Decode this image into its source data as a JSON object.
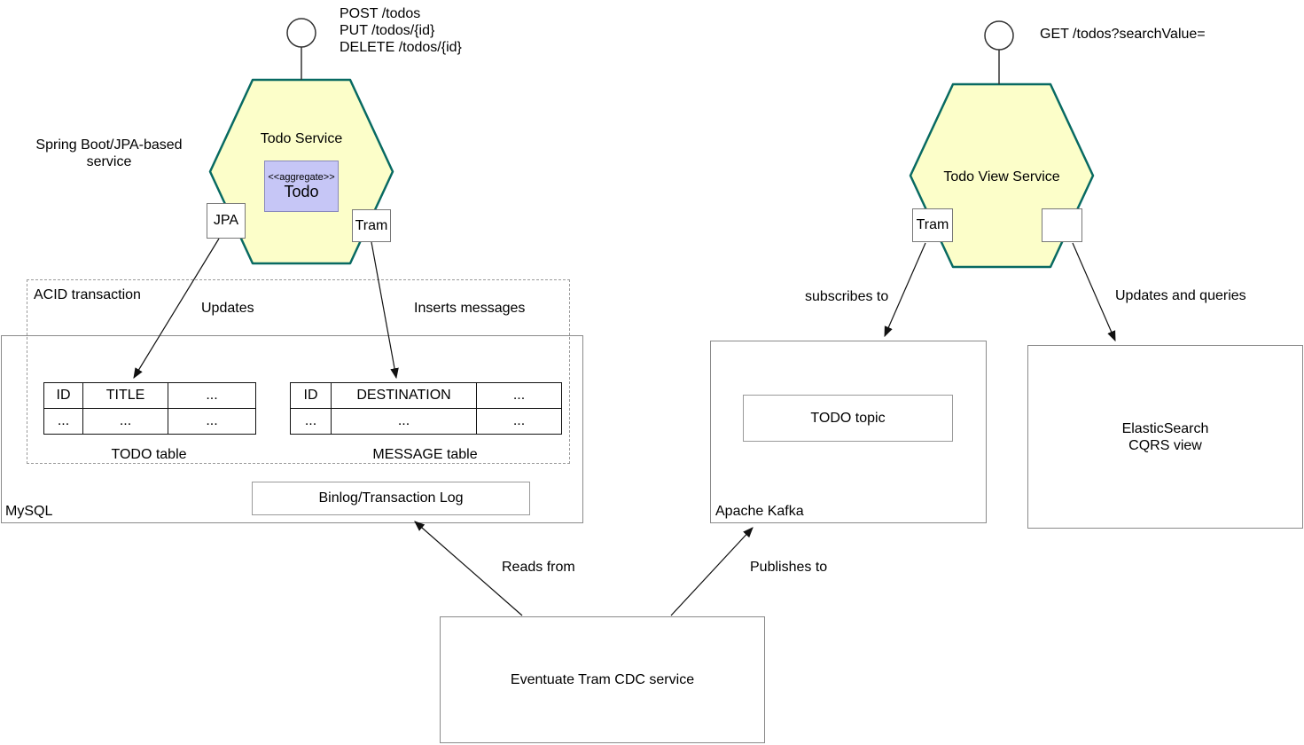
{
  "todo_service": {
    "endpoints": [
      "POST /todos",
      "PUT /todos/{id}",
      "DELETE /todos/{id}"
    ],
    "annotation": [
      "Spring Boot/JPA-based",
      "service"
    ],
    "name": "Todo Service",
    "aggregate": {
      "stereotype": "<<aggregate>>",
      "name": "Todo"
    },
    "jpa_port": "JPA",
    "tram_port": "Tram"
  },
  "todo_view_service": {
    "endpoint": "GET /todos?searchValue=",
    "name": "Todo View Service",
    "tram_port": "Tram",
    "blank_port": ""
  },
  "transaction": {
    "label": "ACID transaction",
    "updates": "Updates",
    "inserts": "Inserts messages"
  },
  "mysql": {
    "label": "MySQL",
    "todo_table": {
      "caption": "TODO table",
      "headers": [
        "ID",
        "TITLE",
        "..."
      ],
      "row": [
        "...",
        "...",
        "..."
      ]
    },
    "message_table": {
      "caption": "MESSAGE table",
      "headers": [
        "ID",
        "DESTINATION",
        "..."
      ],
      "row": [
        "...",
        "...",
        "..."
      ]
    },
    "binlog": "Binlog/Transaction Log"
  },
  "kafka": {
    "label": "Apache Kafka",
    "topic": "TODO topic"
  },
  "elasticsearch": {
    "lines": [
      "ElasticSearch",
      "CQRS view"
    ]
  },
  "cdc": {
    "label": "Eventuate Tram CDC service"
  },
  "edges": {
    "reads_from": "Reads from",
    "publishes_to": "Publishes to",
    "subscribes_to": "subscribes to",
    "updates_and_queries": "Updates and queries"
  },
  "colors": {
    "hexagon_fill": "#FCFEC9",
    "hexagon_border": "#086A62",
    "aggregate_fill": "#C6C6F6",
    "aggregate_border": "#8888BB"
  }
}
